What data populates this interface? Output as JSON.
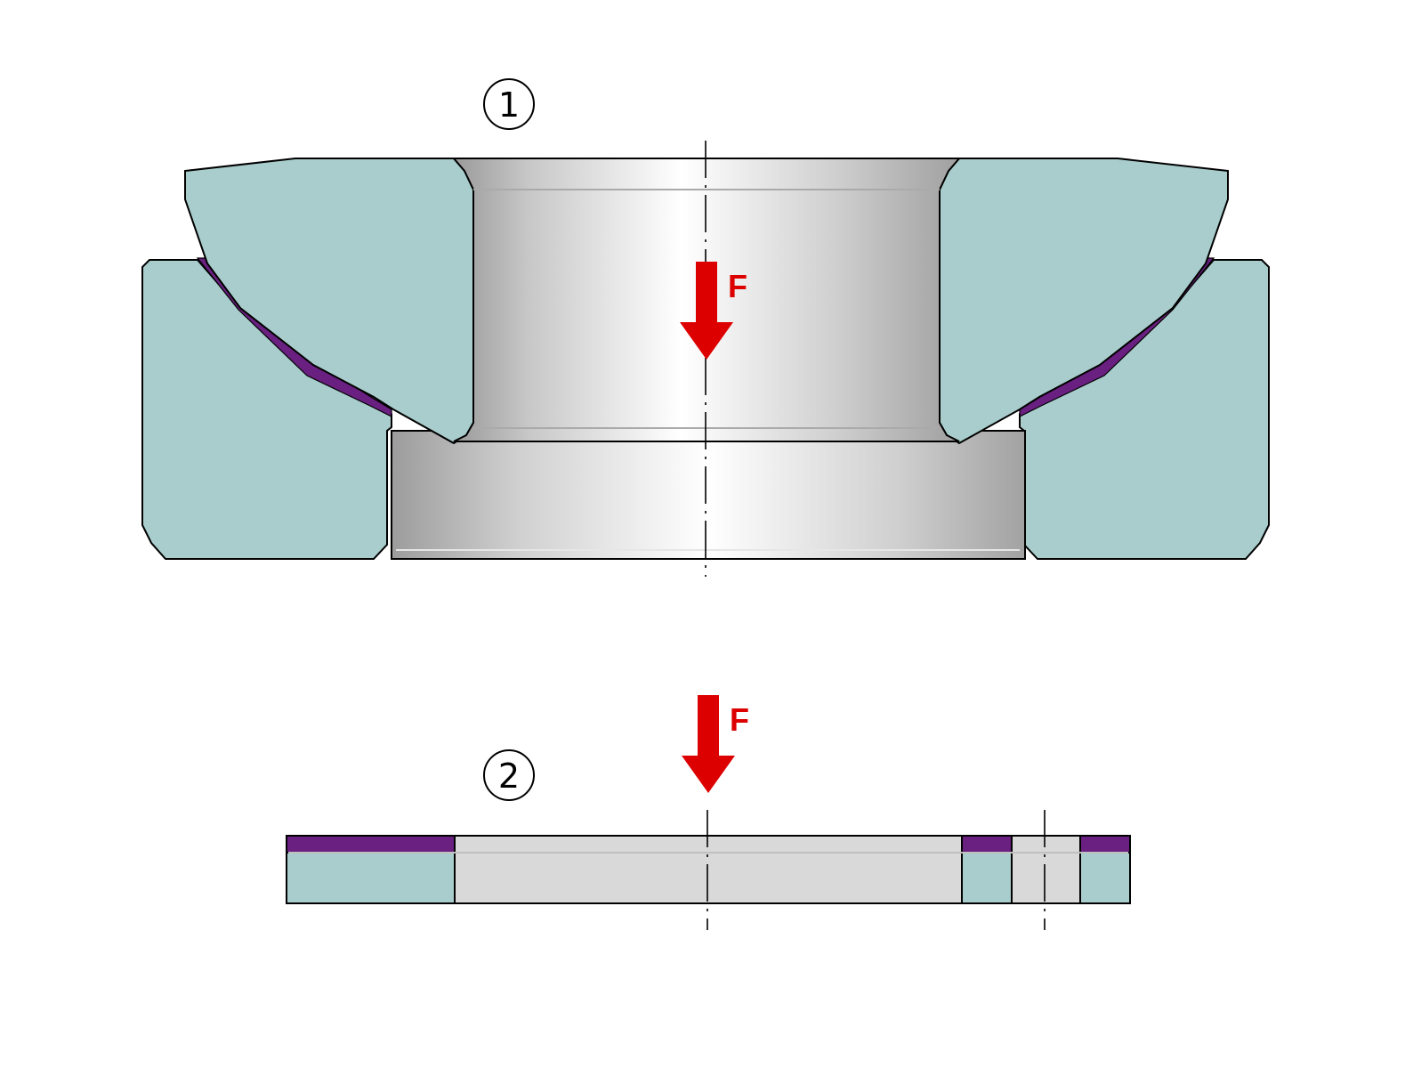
{
  "figure_1": {
    "marker": "1",
    "force_label": "F"
  },
  "figure_2": {
    "marker": "2",
    "force_label": "F"
  },
  "colors": {
    "ring": "#a8cdcc",
    "liner": "#6a2080",
    "shaft": "#d9d9d9",
    "force": "#dd0000",
    "outline": "#000000"
  }
}
